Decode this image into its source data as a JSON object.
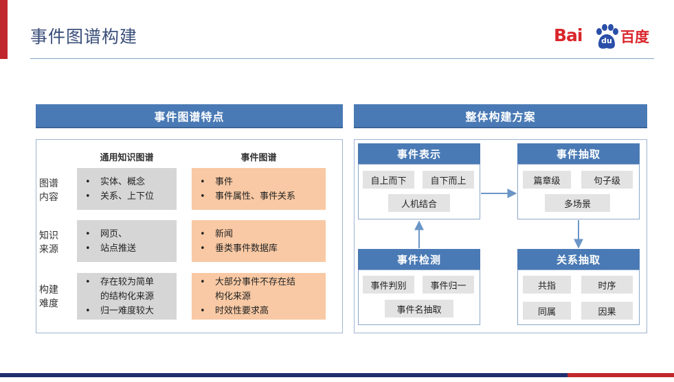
{
  "header": {
    "title": "事件图谱构建",
    "logo": {
      "text_latin": "Bai",
      "text_badge": "du",
      "text_cn": "百度"
    }
  },
  "left_section": {
    "title": "事件图谱特点",
    "columns": [
      "通用知识图谱",
      "事件图谱"
    ],
    "rows": [
      {
        "label": "图谱\n内容",
        "general": [
          "实体、概念",
          "关系、上下位"
        ],
        "event": [
          "事件",
          "事件属性、事件关系"
        ]
      },
      {
        "label": "知识\n来源",
        "general": [
          "网页、",
          "站点推送"
        ],
        "event": [
          "新闻",
          "垂类事件数据库"
        ]
      },
      {
        "label": "构建\n难度",
        "general": [
          "存在较为简单\n的结构化来源",
          "归一难度较大"
        ],
        "event": [
          "大部分事件不存在结\n构化来源",
          "时效性要求高"
        ]
      }
    ]
  },
  "right_section": {
    "title": "整体构建方案",
    "boxes": {
      "representation": {
        "title": "事件表示",
        "items": [
          "自上而下",
          "自下而上",
          "人机结合"
        ]
      },
      "extraction": {
        "title": "事件抽取",
        "items": [
          "篇章级",
          "句子级",
          "多场景"
        ]
      },
      "detection": {
        "title": "事件检测",
        "items": [
          "事件判别",
          "事件归一",
          "事件名抽取"
        ]
      },
      "relation": {
        "title": "关系抽取",
        "items": [
          "共指",
          "时序",
          "同属",
          "因果"
        ]
      }
    }
  },
  "colors": {
    "accent": "#4a7ab5",
    "grey_cell": "#d6d6d6",
    "orange_cell": "#f8c9a4",
    "brand_red": "#d9262c",
    "title_text": "#3a4e7a"
  }
}
